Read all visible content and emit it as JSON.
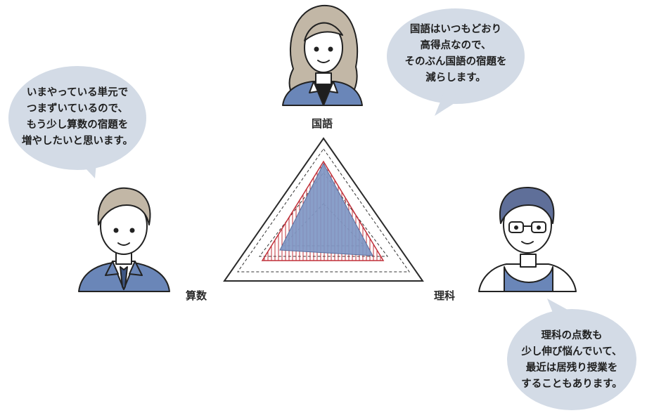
{
  "subjects": {
    "japanese": "国語",
    "math": "算数",
    "science": "理科"
  },
  "bubbles": {
    "japanese": [
      "国語はいつもどおり",
      "高得点なので、",
      "そのぶん国語の宿題を",
      "減らします。"
    ],
    "math": [
      "いまやっている単元で",
      "つまずいているので、",
      "もう少し算数の宿題を",
      "増やしたいと思います。"
    ],
    "science": [
      "理科の点数も",
      "少し伸び悩んでいて、",
      "最近は居残り授業を",
      "することもあります。"
    ]
  },
  "colors": {
    "bubble": "#d3dbe6",
    "suit": "#6a86b8",
    "fill": "#7f97c4",
    "hatch": "#c0303a",
    "outline": "#444444"
  }
}
